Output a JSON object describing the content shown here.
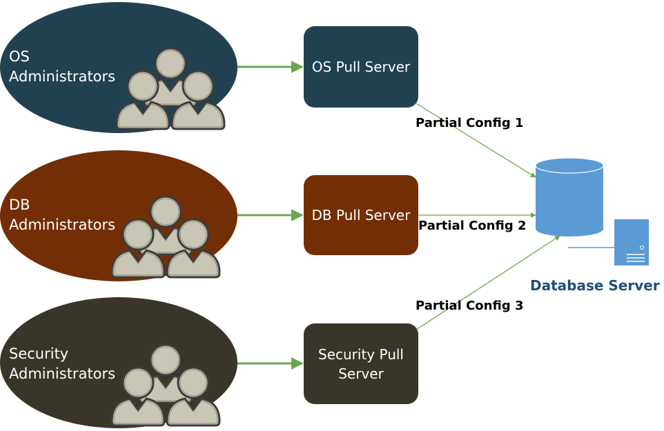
{
  "colors": {
    "os": "#224150",
    "db": "#732e05",
    "security": "#3a3529",
    "arrow": "#6aa84f",
    "database": "#5b9bd5",
    "person_fill": "#c9c6b5",
    "db_label": "#1f4e79"
  },
  "groups": [
    {
      "line1": "OS",
      "line2": "Administrators",
      "server": "OS Pull Server",
      "config": "Partial Config 1"
    },
    {
      "line1": "DB",
      "line2": "Administrators",
      "server": "DB Pull Server",
      "config": "Partial Config 2"
    },
    {
      "line1": "Security",
      "line2": "Administrators",
      "server": "Security Pull Server",
      "config": "Partial Config 3"
    }
  ],
  "database": {
    "label": "Database Server",
    "icons": [
      "database-cylinder-icon",
      "server-tower-icon"
    ]
  }
}
